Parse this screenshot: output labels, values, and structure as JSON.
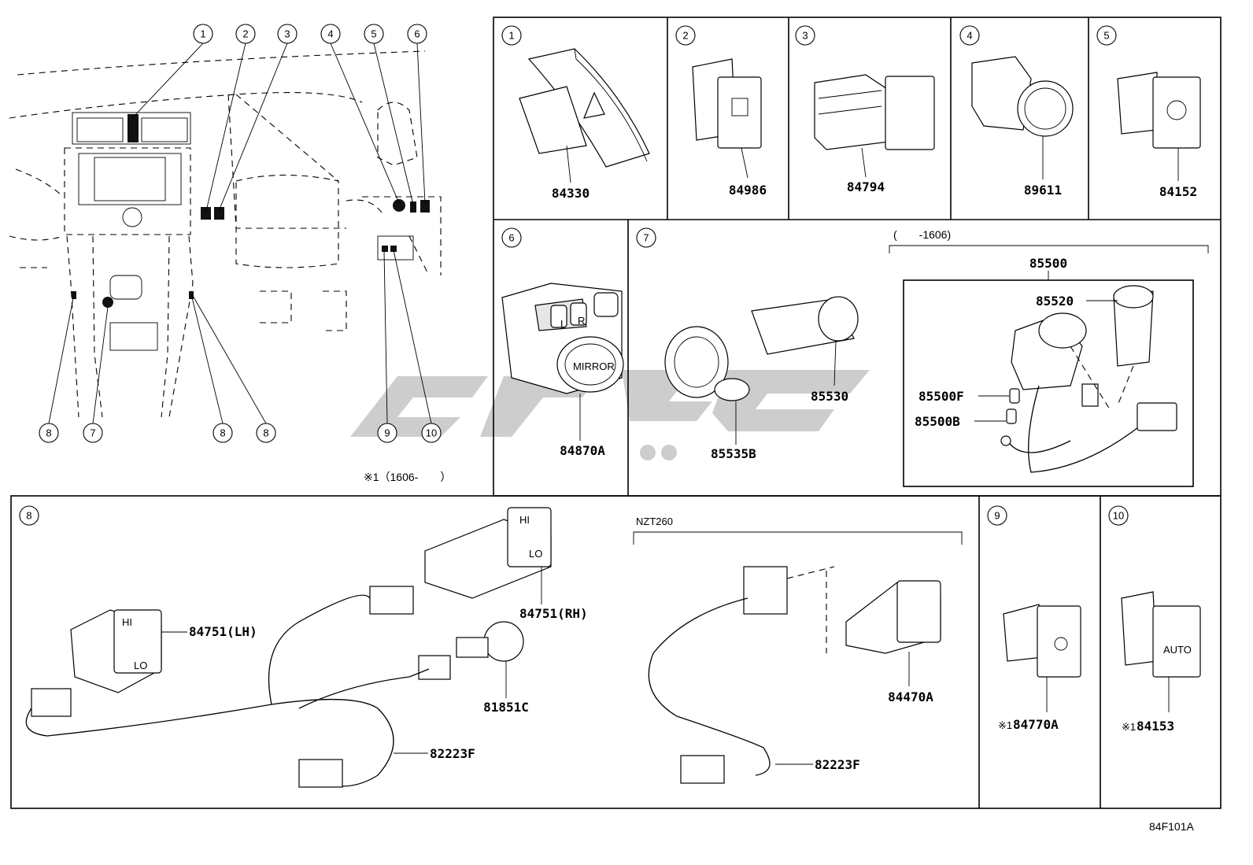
{
  "diagram": {
    "overview_callouts": [
      "1",
      "2",
      "3",
      "4",
      "5",
      "6",
      "8",
      "7",
      "8",
      "8",
      "9",
      "10"
    ],
    "overview_note": "※1（1606-　　）",
    "panels": {
      "p1": {
        "index": "1",
        "part": "84330"
      },
      "p2": {
        "index": "2",
        "part": "84986"
      },
      "p3": {
        "index": "3",
        "part": "84794"
      },
      "p4": {
        "index": "4",
        "part": "89611"
      },
      "p5": {
        "index": "5",
        "part": "84152"
      },
      "p6": {
        "index": "6",
        "part": "84870A"
      },
      "p7": {
        "index": "7",
        "range": "(　　-1606)",
        "parts": [
          "85500",
          "85520",
          "85500F",
          "85500B",
          "85530",
          "85535B"
        ]
      },
      "p8": {
        "index": "8",
        "variant": "NZT260",
        "parts": [
          "84751(LH)",
          "84751(RH)",
          "81851C",
          "82223F",
          "84470A",
          "82223F"
        ]
      },
      "p9": {
        "index": "9",
        "part": "84770A",
        "prefix": "※1"
      },
      "p10": {
        "index": "10",
        "part": "84153",
        "prefix": "※1"
      }
    },
    "switch_labels": {
      "mirror": "MIRROR",
      "mirror_l": "L",
      "mirror_r": "R",
      "heat_hi": "HI",
      "heat_lo": "LO",
      "auto": "AUTO"
    },
    "figure_code": "84F101A"
  }
}
